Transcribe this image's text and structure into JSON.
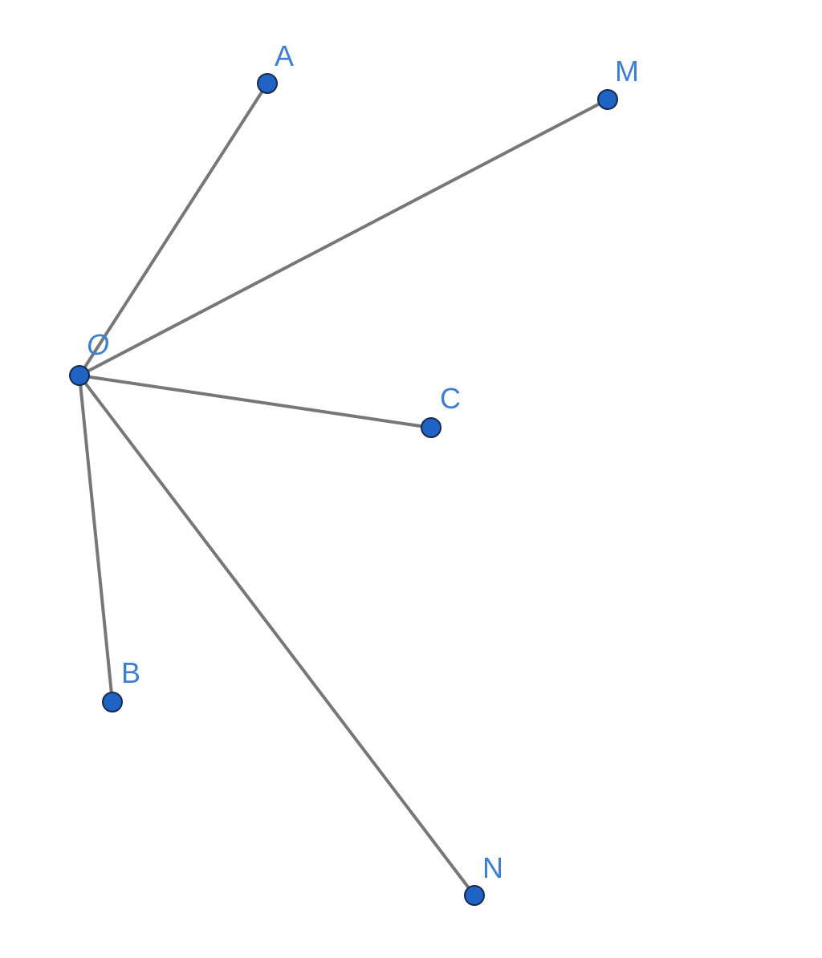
{
  "diagram": {
    "center": {
      "id": "O",
      "label": "O"
    },
    "points": [
      {
        "id": "A",
        "label": "A"
      },
      {
        "id": "M",
        "label": "M"
      },
      {
        "id": "C",
        "label": "C"
      },
      {
        "id": "B",
        "label": "B"
      },
      {
        "id": "N",
        "label": "N"
      }
    ],
    "segments": [
      {
        "from": "O",
        "to": "A"
      },
      {
        "from": "O",
        "to": "M"
      },
      {
        "from": "O",
        "to": "C"
      },
      {
        "from": "O",
        "to": "B"
      },
      {
        "from": "O",
        "to": "N"
      }
    ],
    "colors": {
      "segment": "#777777",
      "point_fill": "#1f63c4",
      "point_stroke": "#1b2a4a",
      "label": "#3f7fd0"
    }
  }
}
